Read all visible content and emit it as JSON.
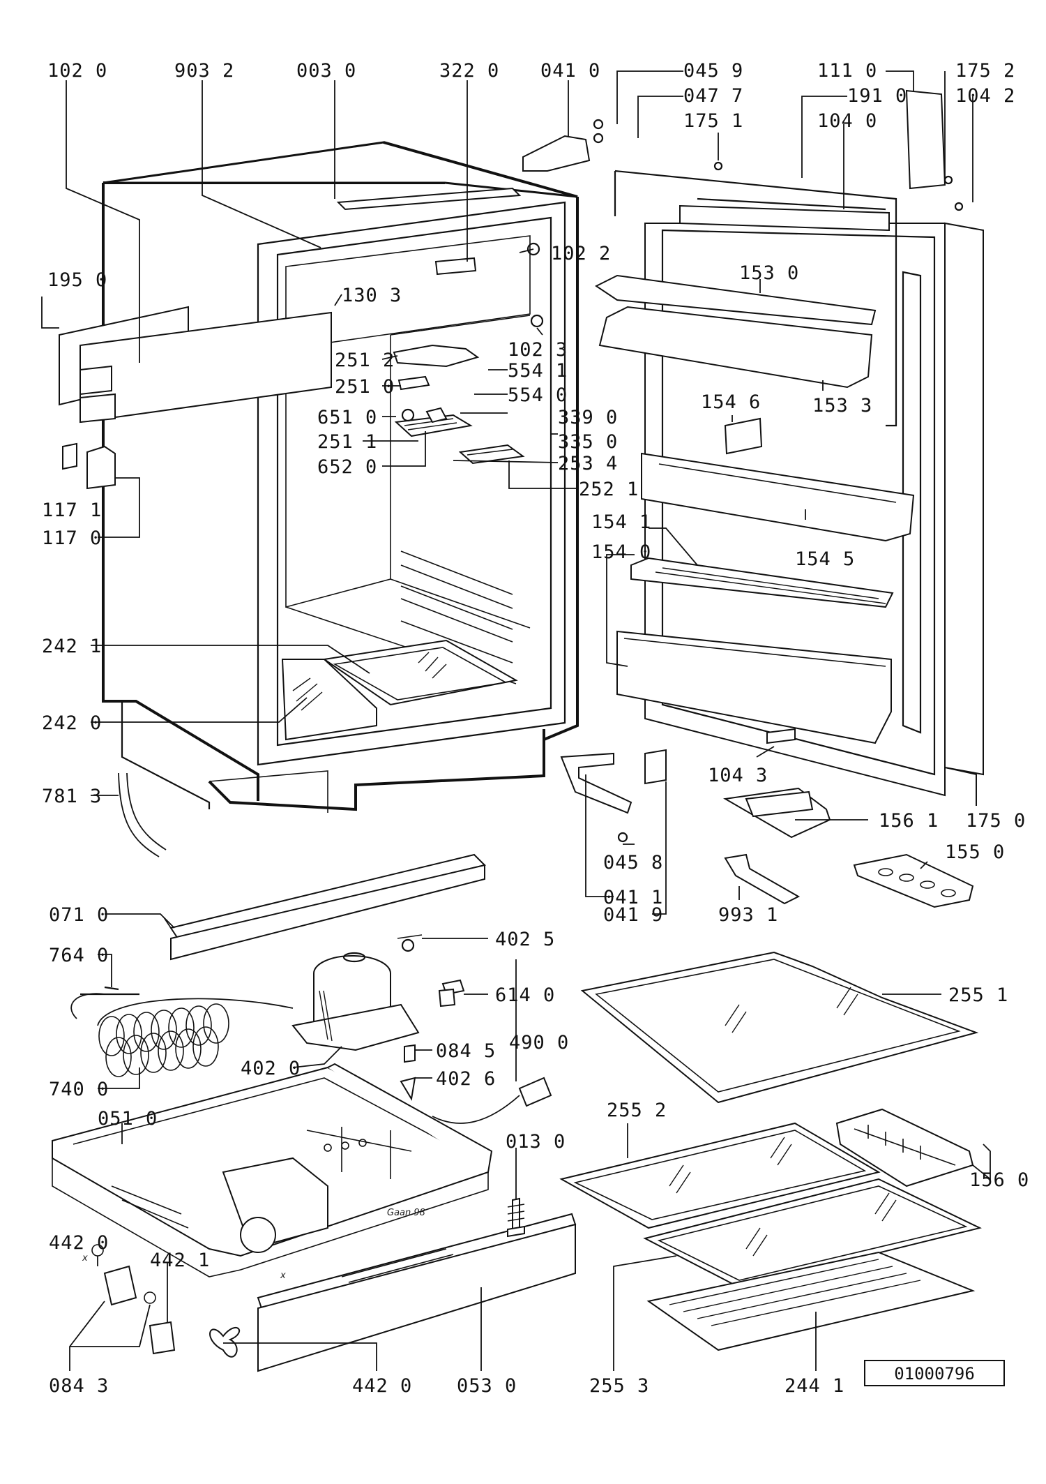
{
  "diagram": {
    "doc_number": "01000796",
    "engraving": "Gaan 98",
    "cross_mark": "x",
    "parts": {
      "p1020": "102 0",
      "p9032": "903 2",
      "p0030": "003 0",
      "p3220": "322 0",
      "p0410": "041 0",
      "p0459": "045 9",
      "p0477": "047 7",
      "p1751": "175 1",
      "p1110": "111 0",
      "p1910": "191 0",
      "p1040": "104 0",
      "p1752": "175 2",
      "p1042": "104 2",
      "p1950": "195 0",
      "p1022": "102 2",
      "p1303": "130 3",
      "p1530": "153 0",
      "p1023": "102 3",
      "p1533": "153 3",
      "p2512": "251 2",
      "p5541": "554 1",
      "p2510": "251 0",
      "p5540": "554 0",
      "p1546": "154 6",
      "p6510": "651 0",
      "p3390": "339 0",
      "p2511": "251 1",
      "p3350": "335 0",
      "p6520": "652 0",
      "p2534": "253 4",
      "p2521": "252 1",
      "p1171": "117 1",
      "p1170": "117 0",
      "p1541": "154 1",
      "p1545": "154 5",
      "p1540": "154 0",
      "p2421": "242 1",
      "p2420": "242 0",
      "p1043": "104 3",
      "p7813": "781 3",
      "p1561": "156 1",
      "p1750": "175 0",
      "p0458": "045 8",
      "p1550": "155 0",
      "p0710": "071 0",
      "p0411": "041 1",
      "p0419": "041 9",
      "p9931": "993 1",
      "p4025": "402 5",
      "p7640": "764 0",
      "p6140": "614 0",
      "p2551": "255 1",
      "p0845": "084 5",
      "p4900": "490 0",
      "p4020": "402 0",
      "p4026": "402 6",
      "p7400": "740 0",
      "p0510": "051 0",
      "p2552": "255 2",
      "p0130": "013 0",
      "p1560": "156 0",
      "p4420a": "442 0",
      "p4421": "442 1",
      "p0843": "084 3",
      "p4420b": "442 0",
      "p0530": "053 0",
      "p2553": "255 3",
      "p2441": "244 1"
    }
  }
}
